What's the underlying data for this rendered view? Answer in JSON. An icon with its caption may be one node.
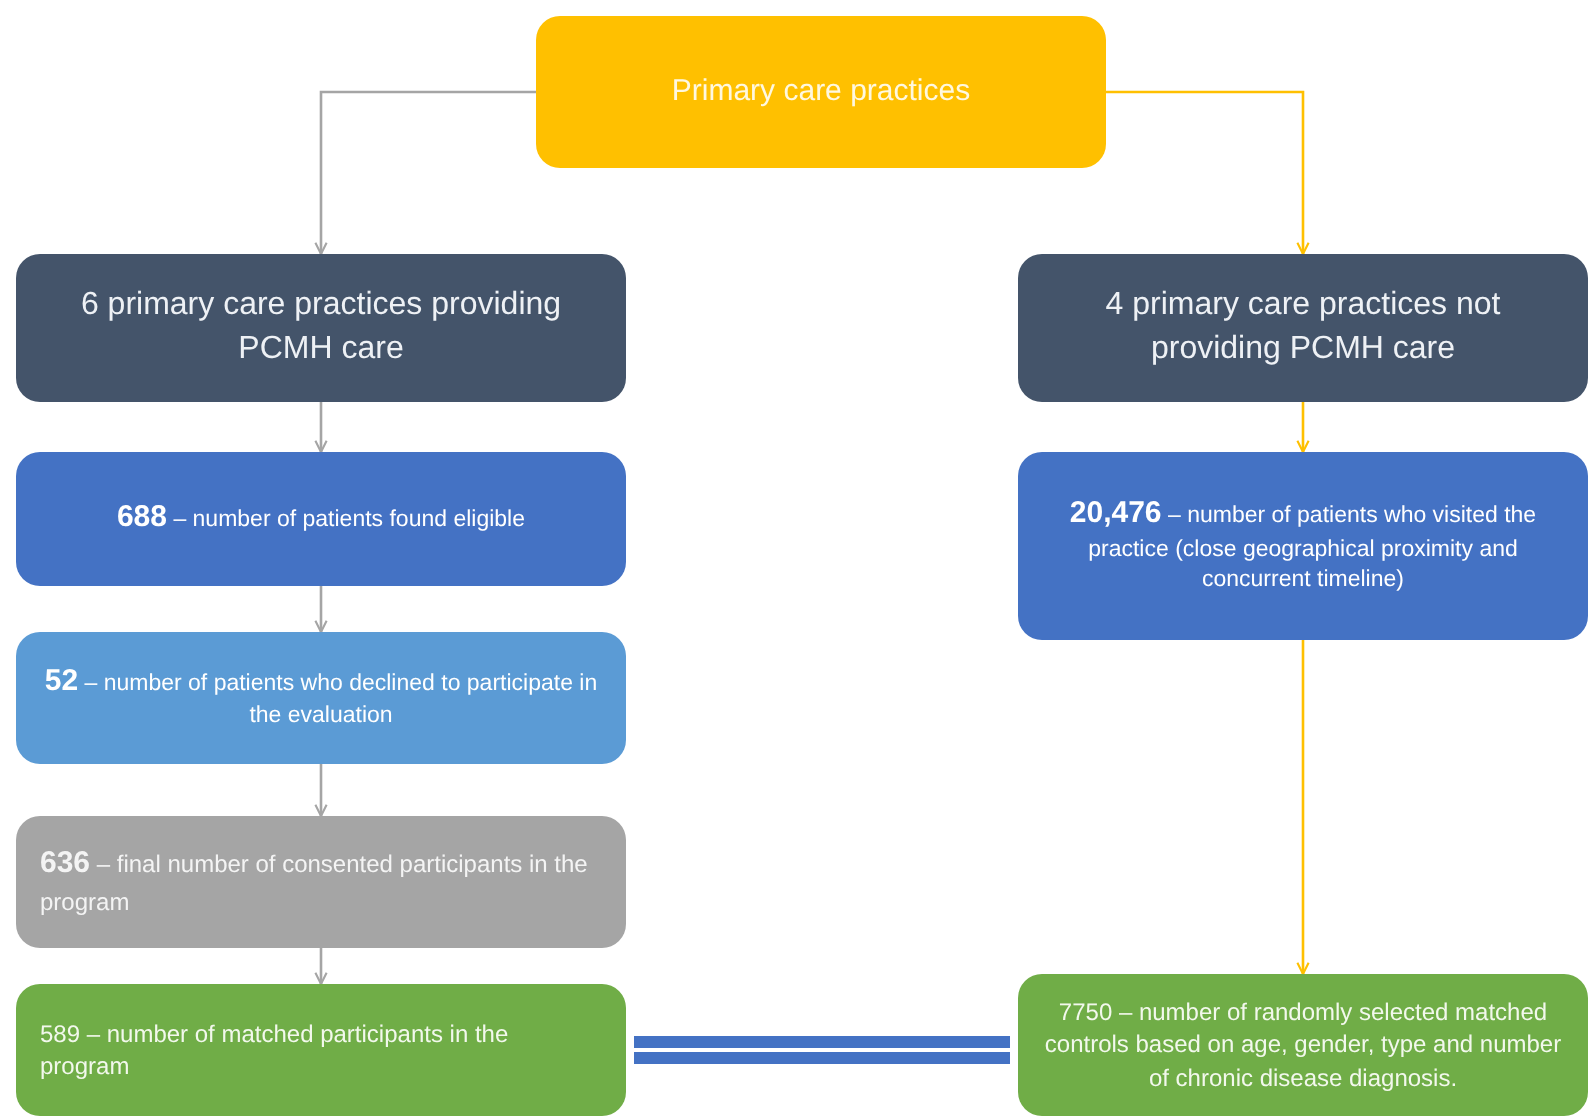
{
  "diagram": {
    "nodes": [
      {
        "text": [
          "Primary care practices"
        ]
      },
      {
        "text": [
          "6 primary care practices providing PCMH care"
        ]
      },
      {
        "text": [
          "4 primary care practices not providing PCMH care"
        ]
      },
      {
        "text": [
          "**688** – number of patients found eligible"
        ]
      },
      {
        "text": [
          "**20,476** – number of patients who visited the practice (close geographical proximity and concurrent timeline)"
        ]
      },
      {
        "text": [
          "**52** – number of patients who declined to participate in the evaluation"
        ]
      },
      {
        "text": [
          "**636** – final number of consented participants in the program"
        ]
      },
      {
        "text": [
          "589 – number of matched participants in the program"
        ]
      },
      {
        "text": [
          "7750 – number of randomly selected matched controls based on age, gender, type and number of chronic disease diagnosis."
        ]
      }
    ],
    "edges": [
      {
        "from": 0,
        "to": 1,
        "arrow": "to"
      },
      {
        "from": 0,
        "to": 2,
        "arrow": "to",
        "color": "#ffc000"
      },
      {
        "from": 1,
        "to": 3,
        "arrow": "to"
      },
      {
        "from": 3,
        "to": 5,
        "arrow": "to"
      },
      {
        "from": 5,
        "to": 6,
        "arrow": "to"
      },
      {
        "from": 6,
        "to": 7,
        "arrow": "to"
      },
      {
        "from": 2,
        "to": 4,
        "arrow": "to",
        "color": "#ffc000"
      },
      {
        "from": 4,
        "to": 8,
        "arrow": "to",
        "color": "#ffc000"
      },
      {
        "from": 7,
        "to": 8,
        "arrow": "none",
        "style": "thick",
        "color": "#4472c4"
      }
    ]
  }
}
